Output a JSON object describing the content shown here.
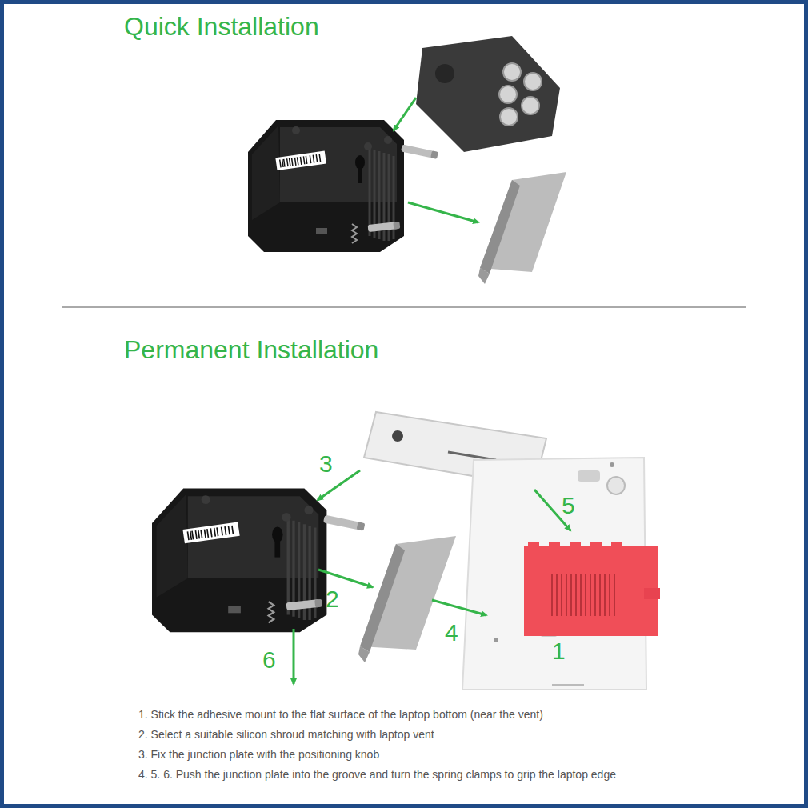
{
  "diagram": {
    "labels": [
      "Quick Installation",
      "Permanent Installation",
      "3",
      "5",
      "2",
      "4",
      "1",
      "6",
      "1. Stick the adhesive mount to the flat surface of the laptop bottom (near the vent)",
      "2. Select a suitable silicon shroud matching with laptop vent",
      "3. Fix the junction plate with the positioning knob",
      "4. 5. 6. Push the junction plate into the groove and turn the spring clamps to grip the laptop edge"
    ]
  }
}
